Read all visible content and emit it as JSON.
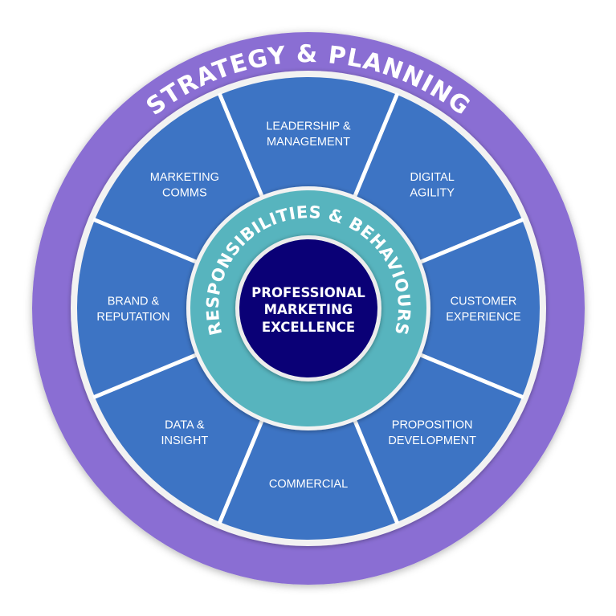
{
  "outer_ring": {
    "label": "STRATEGY & PLANNING",
    "color": "#8A6ED3"
  },
  "middle_ring": {
    "label": "RESPONSIBILITIES & BEHAVIOURS",
    "color": "#57B4BE"
  },
  "core": {
    "lines": [
      "PROFESSIONAL",
      "MARKETING",
      "EXCELLENCE"
    ],
    "color": "#0A0076"
  },
  "wheel": {
    "color": "#3D74C4",
    "segments": [
      {
        "lines": [
          "LEADERSHIP &",
          "MANAGEMENT"
        ]
      },
      {
        "lines": [
          "DIGITAL",
          "AGILITY"
        ]
      },
      {
        "lines": [
          "CUSTOMER",
          "EXPERIENCE"
        ]
      },
      {
        "lines": [
          "PROPOSITION",
          "DEVELOPMENT"
        ]
      },
      {
        "lines": [
          "COMMERCIAL"
        ]
      },
      {
        "lines": [
          "DATA &",
          "INSIGHT"
        ]
      },
      {
        "lines": [
          "BRAND &",
          "REPUTATION"
        ]
      },
      {
        "lines": [
          "MARKETING",
          "COMMS"
        ]
      }
    ]
  }
}
